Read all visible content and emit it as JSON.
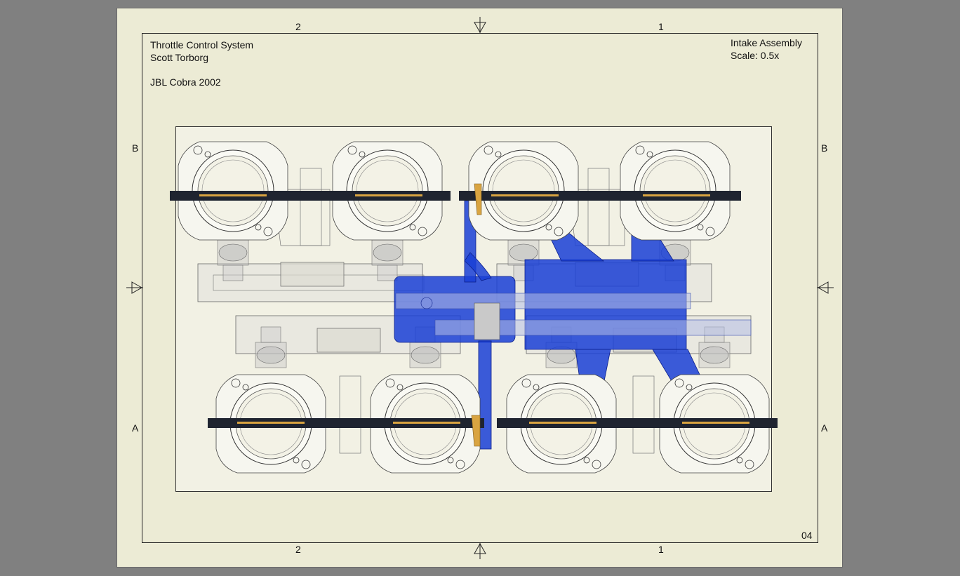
{
  "title_block": {
    "project": "Throttle Control System",
    "author": "Scott Torborg",
    "vehicle": "JBL Cobra 2002",
    "view": "Intake Assembly",
    "scale": "Scale: 0.5x",
    "sheet_number": "04"
  },
  "zones": {
    "top_left": "2",
    "top_right": "1",
    "bottom_left": "2",
    "bottom_right": "1",
    "left_upper": "B",
    "left_lower": "A",
    "right_upper": "B",
    "right_lower": "A"
  },
  "colors": {
    "sheet": "#ecebd5",
    "assembly_highlight": "#1a3fd6",
    "shaft": "#1f2430",
    "brass": "#d9a441"
  }
}
